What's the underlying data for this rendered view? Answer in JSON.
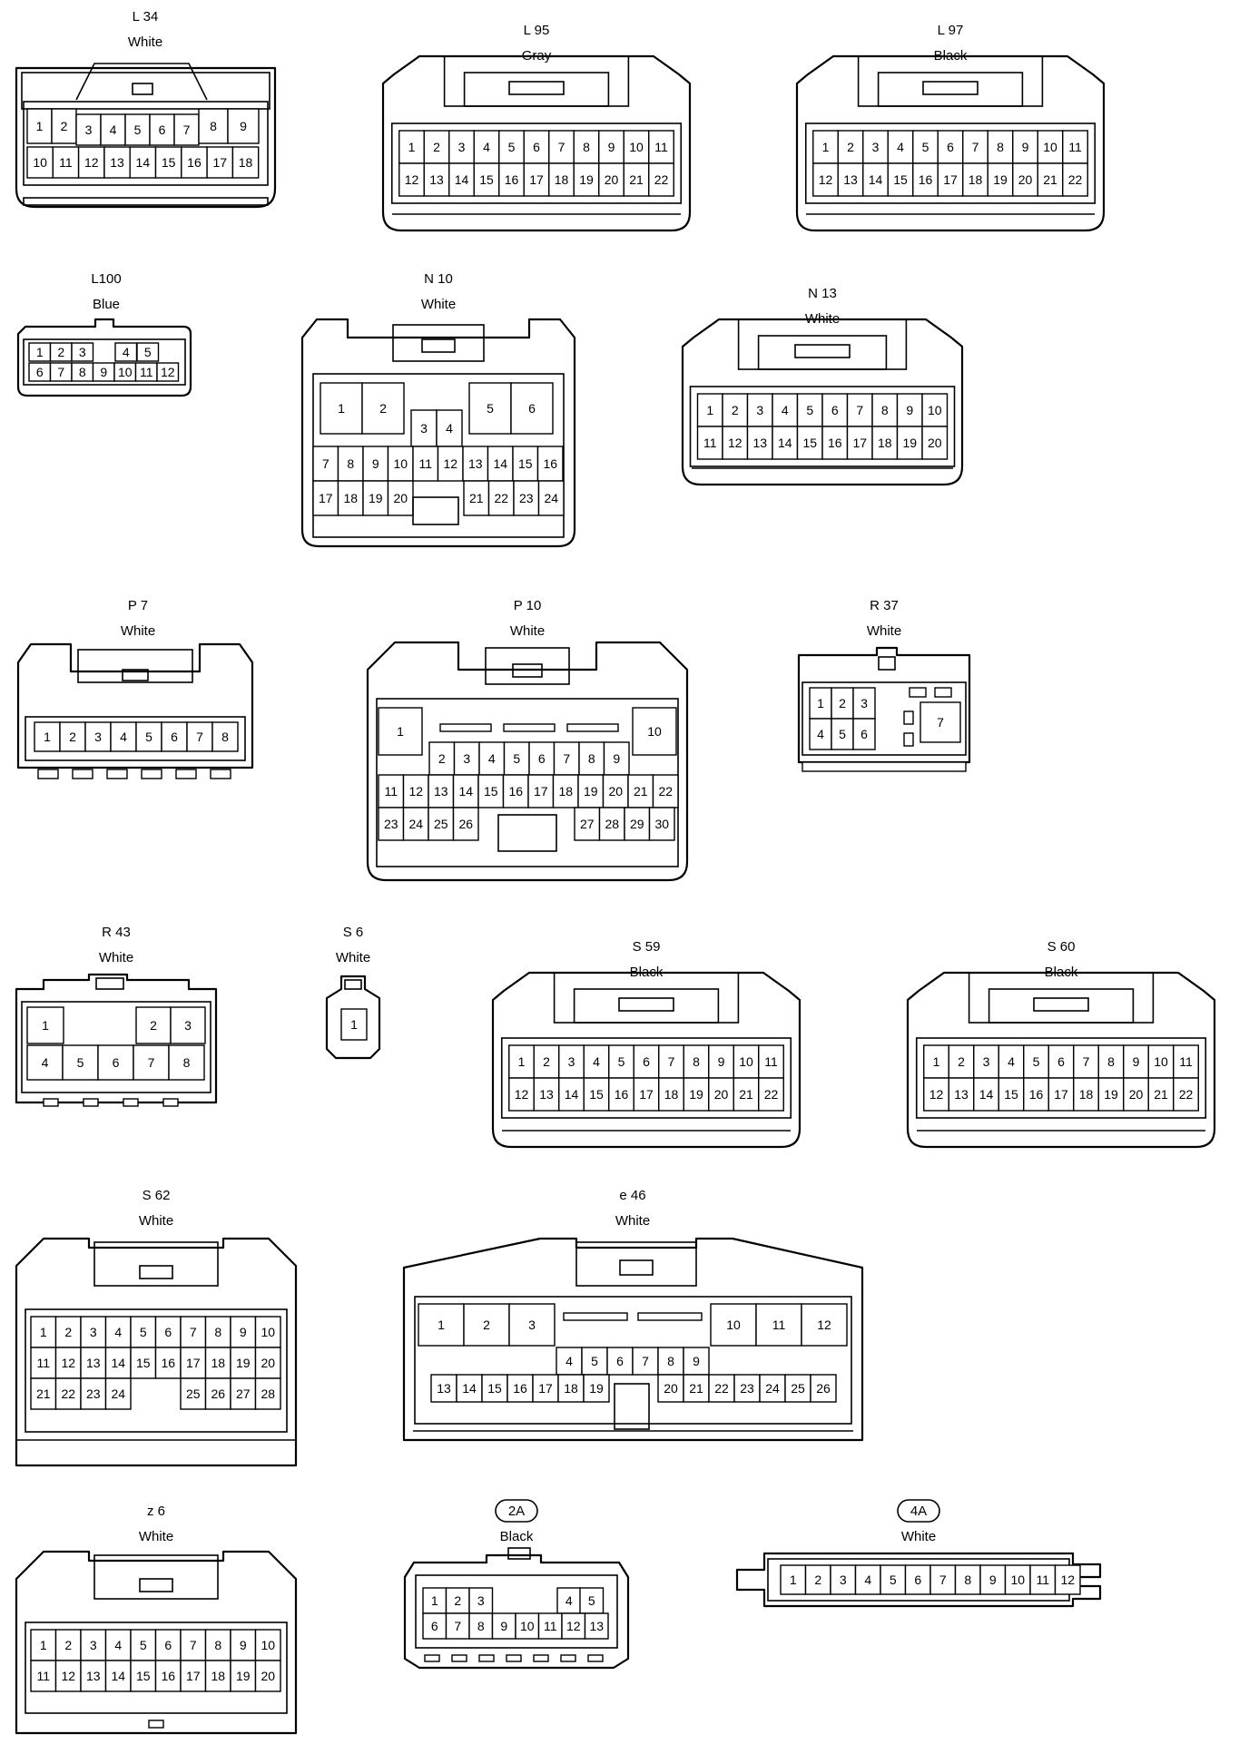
{
  "connectors": [
    {
      "id": "L 34",
      "color": "White",
      "badge": false,
      "pins": [
        "1",
        "2",
        "3",
        "4",
        "5",
        "6",
        "7",
        "8",
        "9",
        "10",
        "11",
        "12",
        "13",
        "14",
        "15",
        "16",
        "17",
        "18"
      ]
    },
    {
      "id": "L 95",
      "color": "Gray",
      "badge": false,
      "pins": [
        "1",
        "2",
        "3",
        "4",
        "5",
        "6",
        "7",
        "8",
        "9",
        "10",
        "11",
        "12",
        "13",
        "14",
        "15",
        "16",
        "17",
        "18",
        "19",
        "20",
        "21",
        "22"
      ]
    },
    {
      "id": "L 97",
      "color": "Black",
      "badge": false,
      "pins": [
        "1",
        "2",
        "3",
        "4",
        "5",
        "6",
        "7",
        "8",
        "9",
        "10",
        "11",
        "12",
        "13",
        "14",
        "15",
        "16",
        "17",
        "18",
        "19",
        "20",
        "21",
        "22"
      ]
    },
    {
      "id": "L100",
      "color": "Blue",
      "badge": false,
      "pins": [
        "1",
        "2",
        "3",
        "4",
        "5",
        "6",
        "7",
        "8",
        "9",
        "10",
        "11",
        "12"
      ]
    },
    {
      "id": "N 10",
      "color": "White",
      "badge": false,
      "pins": [
        "1",
        "2",
        "3",
        "4",
        "5",
        "6",
        "7",
        "8",
        "9",
        "10",
        "11",
        "12",
        "13",
        "14",
        "15",
        "16",
        "17",
        "18",
        "19",
        "20",
        "21",
        "22",
        "23",
        "24"
      ]
    },
    {
      "id": "N 13",
      "color": "White",
      "badge": false,
      "pins": [
        "1",
        "2",
        "3",
        "4",
        "5",
        "6",
        "7",
        "8",
        "9",
        "10",
        "11",
        "12",
        "13",
        "14",
        "15",
        "16",
        "17",
        "18",
        "19",
        "20"
      ]
    },
    {
      "id": "P 7",
      "color": "White",
      "badge": false,
      "pins": [
        "1",
        "2",
        "3",
        "4",
        "5",
        "6",
        "7",
        "8"
      ]
    },
    {
      "id": "P 10",
      "color": "White",
      "badge": false,
      "pins": [
        "1",
        "2",
        "3",
        "4",
        "5",
        "6",
        "7",
        "8",
        "9",
        "10",
        "11",
        "12",
        "13",
        "14",
        "15",
        "16",
        "17",
        "18",
        "19",
        "20",
        "21",
        "22",
        "23",
        "24",
        "25",
        "26",
        "27",
        "28",
        "29",
        "30"
      ]
    },
    {
      "id": "R 37",
      "color": "White",
      "badge": false,
      "pins": [
        "1",
        "2",
        "3",
        "4",
        "5",
        "6",
        "7"
      ]
    },
    {
      "id": "R 43",
      "color": "White",
      "badge": false,
      "pins": [
        "1",
        "2",
        "3",
        "4",
        "5",
        "6",
        "7",
        "8"
      ]
    },
    {
      "id": "S 6",
      "color": "White",
      "badge": false,
      "pins": [
        "1"
      ]
    },
    {
      "id": "S 59",
      "color": "Black",
      "badge": false,
      "pins": [
        "1",
        "2",
        "3",
        "4",
        "5",
        "6",
        "7",
        "8",
        "9",
        "10",
        "11",
        "12",
        "13",
        "14",
        "15",
        "16",
        "17",
        "18",
        "19",
        "20",
        "21",
        "22"
      ]
    },
    {
      "id": "S 60",
      "color": "Black",
      "badge": false,
      "pins": [
        "1",
        "2",
        "3",
        "4",
        "5",
        "6",
        "7",
        "8",
        "9",
        "10",
        "11",
        "12",
        "13",
        "14",
        "15",
        "16",
        "17",
        "18",
        "19",
        "20",
        "21",
        "22"
      ]
    },
    {
      "id": "S 62",
      "color": "White",
      "badge": false,
      "pins": [
        "1",
        "2",
        "3",
        "4",
        "5",
        "6",
        "7",
        "8",
        "9",
        "10",
        "11",
        "12",
        "13",
        "14",
        "15",
        "16",
        "17",
        "18",
        "19",
        "20",
        "21",
        "22",
        "23",
        "24",
        "25",
        "26",
        "27",
        "28"
      ]
    },
    {
      "id": "e 46",
      "color": "White",
      "badge": false,
      "pins": [
        "1",
        "2",
        "3",
        "4",
        "5",
        "6",
        "7",
        "8",
        "9",
        "10",
        "11",
        "12",
        "13",
        "14",
        "15",
        "16",
        "17",
        "18",
        "19",
        "20",
        "21",
        "22",
        "23",
        "24",
        "25",
        "26"
      ]
    },
    {
      "id": "z 6",
      "color": "White",
      "badge": false,
      "pins": [
        "1",
        "2",
        "3",
        "4",
        "5",
        "6",
        "7",
        "8",
        "9",
        "10",
        "11",
        "12",
        "13",
        "14",
        "15",
        "16",
        "17",
        "18",
        "19",
        "20"
      ]
    },
    {
      "id": "2A",
      "color": "Black",
      "badge": true,
      "pins": [
        "1",
        "2",
        "3",
        "4",
        "5",
        "6",
        "7",
        "8",
        "9",
        "10",
        "11",
        "12",
        "13"
      ]
    },
    {
      "id": "4A",
      "color": "White",
      "badge": true,
      "pins": [
        "1",
        "2",
        "3",
        "4",
        "5",
        "6",
        "7",
        "8",
        "9",
        "10",
        "11",
        "12"
      ]
    }
  ]
}
